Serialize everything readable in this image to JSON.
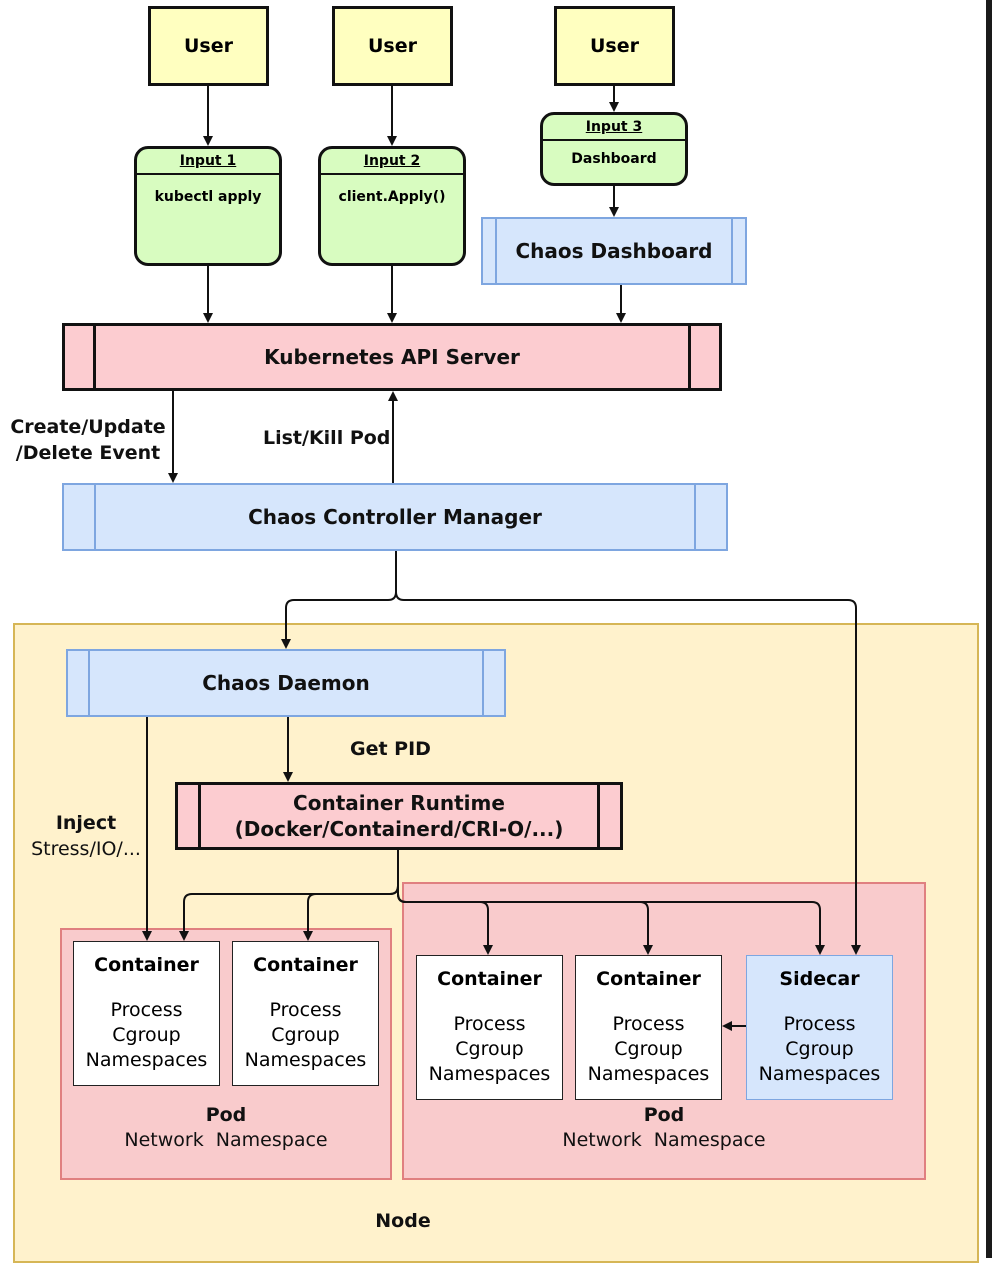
{
  "users": [
    "User",
    "User",
    "User"
  ],
  "inputs": [
    {
      "header": "Input 1",
      "body": "kubectl apply"
    },
    {
      "header": "Input 2",
      "body": "client.Apply()"
    },
    {
      "header": "Input 3",
      "body": "Dashboard"
    }
  ],
  "chaos_dashboard": "Chaos Dashboard",
  "api_server": "Kubernetes API Server",
  "event_label": {
    "line1": "Create/Update",
    "line2": "/Delete Event"
  },
  "list_kill_label": "List/Kill Pod",
  "controller_manager": "Chaos Controller Manager",
  "chaos_daemon": "Chaos Daemon",
  "get_pid_label": "Get PID",
  "container_runtime": {
    "line1": "Container Runtime",
    "line2": "(Docker/Containerd/CRI-O/...)"
  },
  "inject_label": {
    "line1": "Inject",
    "line2": "Stress/IO/..."
  },
  "container_lines": {
    "title": "Container",
    "process": "Process",
    "cgroup": "Cgroup",
    "namespaces": "Namespaces"
  },
  "sidecar_title": "Sidecar",
  "pod_label": {
    "title": "Pod",
    "network": "Network  Namespace"
  },
  "node_label": "Node",
  "colors": {
    "user_fill": "#ffffc0",
    "input_fill": "#d8fcc0",
    "blue_fill": "#d6e6fc",
    "blue_stroke": "#7ea6e0",
    "red_fill": "#fcccd0",
    "node_fill": "#fff2cc",
    "pod_fill": "#f9cbcc"
  }
}
